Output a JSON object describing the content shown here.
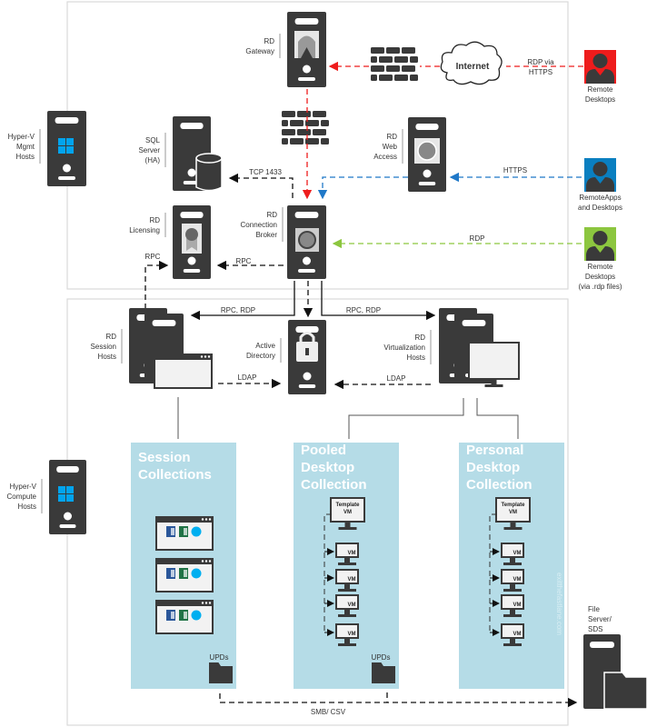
{
  "nodes": {
    "hyperv_mgmt": [
      "Hyper-V",
      "Mgmt",
      "Hosts"
    ],
    "rd_gateway": [
      "RD",
      "Gateway"
    ],
    "sql_server": [
      "SQL",
      "Server",
      "(HA)"
    ],
    "rd_licensing": [
      "RD",
      "Licensing"
    ],
    "rd_connection_broker": [
      "RD",
      "Connection",
      "Broker"
    ],
    "rd_web_access": [
      "RD",
      "Web",
      "Access"
    ],
    "rd_session_hosts": [
      "RD",
      "Session",
      "Hosts"
    ],
    "active_directory": [
      "Active",
      "Directory"
    ],
    "rd_virtualization_hosts": [
      "RD",
      "Virtualization",
      "Hosts"
    ],
    "hyperv_compute": [
      "Hyper-V",
      "Compute",
      "Hosts"
    ],
    "file_server": [
      "File",
      "Server/",
      "SDS"
    ],
    "internet": "Internet"
  },
  "users": {
    "remote_desktops": {
      "lines": [
        "Remote",
        "Desktops"
      ],
      "color": "#ee1c1c"
    },
    "remoteapps": {
      "lines": [
        "RemoteApps",
        "and Desktops"
      ],
      "color": "#0a7fc0"
    },
    "remote_desktops_rdp": {
      "lines": [
        "Remote",
        "Desktops",
        "(via .rdp files)"
      ],
      "color": "#8cc63f"
    }
  },
  "connections": {
    "rdp_via_https": [
      "RDP via",
      "HTTPS"
    ],
    "https": "HTTPS",
    "rdp": "RDP",
    "tcp_1433": "TCP 1433",
    "rpc_licensing": "RPC",
    "rpc_session": "RPC",
    "rpc_rdp_left": "RPC, RDP",
    "rpc_rdp_right": "RPC, RDP",
    "ldap_left": "LDAP",
    "ldap_right": "LDAP",
    "smb_csv": "SMB/ CSV"
  },
  "collections": {
    "session": {
      "title": [
        "Session",
        "Collections"
      ],
      "upds": "UPDs"
    },
    "pooled": {
      "title": [
        "Pooled",
        "Desktop",
        "Collection"
      ],
      "template": [
        "Template",
        "VM"
      ],
      "vm": "VM",
      "upds": "UPDs"
    },
    "personal": {
      "title": [
        "Personal",
        "Desktop",
        "Collection"
      ],
      "template": [
        "Template",
        "VM"
      ],
      "vm": "VM"
    }
  },
  "colors": {
    "server": "#3a3a3a",
    "collection_bg": "#b5dce7",
    "red_line": "#ee1c1c",
    "blue_line": "#1f78c8",
    "green_line": "#8cc63f",
    "border": "#d9d9d9"
  },
  "watermark": "exitthefastlane.com"
}
